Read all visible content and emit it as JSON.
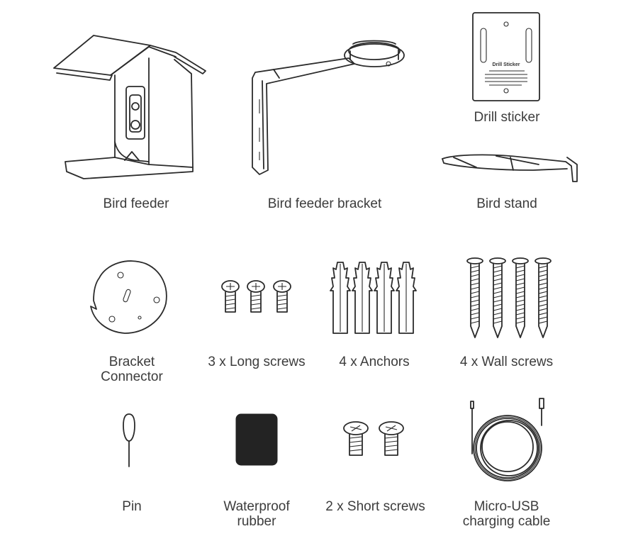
{
  "items": {
    "bird_feeder": {
      "label": "Bird feeder",
      "icon": "bird-feeder-icon"
    },
    "bird_feeder_bracket": {
      "label": "Bird feeder bracket",
      "icon": "bracket-icon"
    },
    "drill_sticker": {
      "label": "Drill sticker",
      "icon": "drill-sticker-icon",
      "sticker_title": "Drill Sticker"
    },
    "bird_stand": {
      "label": "Bird stand",
      "icon": "bird-stand-icon"
    },
    "bracket_connector": {
      "label_line1": "Bracket",
      "label_line2": "Connector",
      "icon": "bracket-connector-icon"
    },
    "long_screws": {
      "label": "3 x Long screws",
      "icon": "long-screw-icon"
    },
    "anchors": {
      "label": "4 x Anchors",
      "icon": "anchor-icon"
    },
    "wall_screws": {
      "label": "4 x Wall screws",
      "icon": "wall-screw-icon"
    },
    "pin": {
      "label": "Pin",
      "icon": "pin-icon"
    },
    "waterproof_rubber": {
      "label_line1": "Waterproof",
      "label_line2": "rubber",
      "icon": "rubber-pad-icon"
    },
    "short_screws": {
      "label": "2 x Short screws",
      "icon": "short-screw-icon"
    },
    "usb_cable": {
      "label_line1": "Micro-USB",
      "label_line2": "charging cable",
      "icon": "usb-cable-icon"
    }
  }
}
